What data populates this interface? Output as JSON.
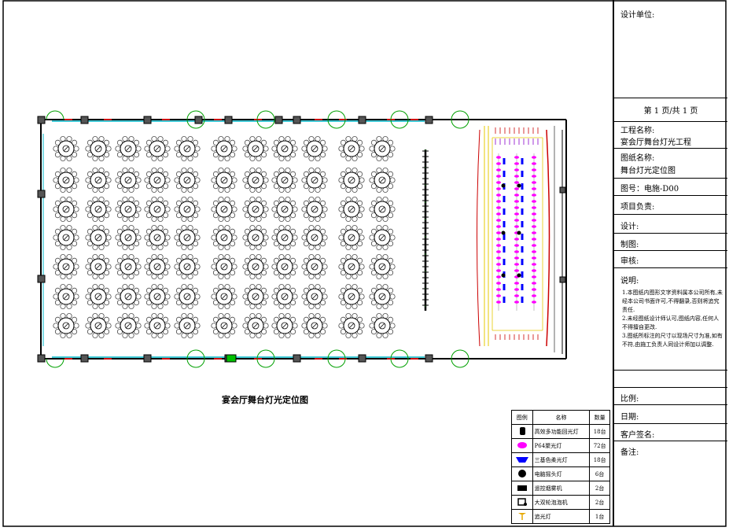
{
  "title_block": {
    "design_unit_label": "设计单位:",
    "page": "第 1 页/共 1 页",
    "project_name_label": "工程名称:",
    "project_name": "宴会厅舞台灯光工程",
    "drawing_name_label": "图纸名称:",
    "drawing_name": "舞台灯光定位图",
    "drawing_no": "图号：电施-D00",
    "project_lead_label": "项目负责:",
    "design_label": "设计:",
    "draft_label": "制图:",
    "review_label": "审核:",
    "notes_label": "说明:",
    "notes": [
      "1.本图纸内图形文字资料属本公司所有,未经本公司书面许可,不得翻录,否则将追究责任.",
      "2.未经图纸设计师认可,图纸内容,任何人不得擅自更改.",
      "3.图纸所标注的尺寸以现场尺寸为准,如有不符,由施工负责人同设计师加以调整."
    ],
    "scale_label": "比例:",
    "date_label": "日期:",
    "client_sign_label": "客户签名:",
    "remarks_label": "备注:"
  },
  "drawing_title": "宴会厅舞台灯光定位图",
  "legend": {
    "headers": [
      "图例",
      "名称",
      "数量"
    ],
    "rows": [
      {
        "icon": "followspot-light-icon",
        "name": "高效多功能回光灯",
        "qty": "18台"
      },
      {
        "icon": "par64-light-icon",
        "name": "P64聚光灯",
        "qty": "72台"
      },
      {
        "icon": "tricolor-soft-light-icon",
        "name": "三基色柔光灯",
        "qty": "18台"
      },
      {
        "icon": "moving-head-light-icon",
        "name": "电脑摇头灯",
        "qty": "6台"
      },
      {
        "icon": "fog-machine-icon",
        "name": "遥控烟雾机",
        "qty": "2台"
      },
      {
        "icon": "bubble-machine-icon",
        "name": "大双轮泡泡机",
        "qty": "2台"
      },
      {
        "icon": "follow-spot-icon",
        "name": "追光灯",
        "qty": "1台"
      }
    ]
  },
  "colors": {
    "wall": "#000000",
    "wall_glass": "#00b7c8",
    "door": "#00c000",
    "truss": "#cc0000",
    "light_pink": "#ff00ff",
    "light_blue": "#0000ff",
    "stage_yellow": "#e6c800"
  }
}
